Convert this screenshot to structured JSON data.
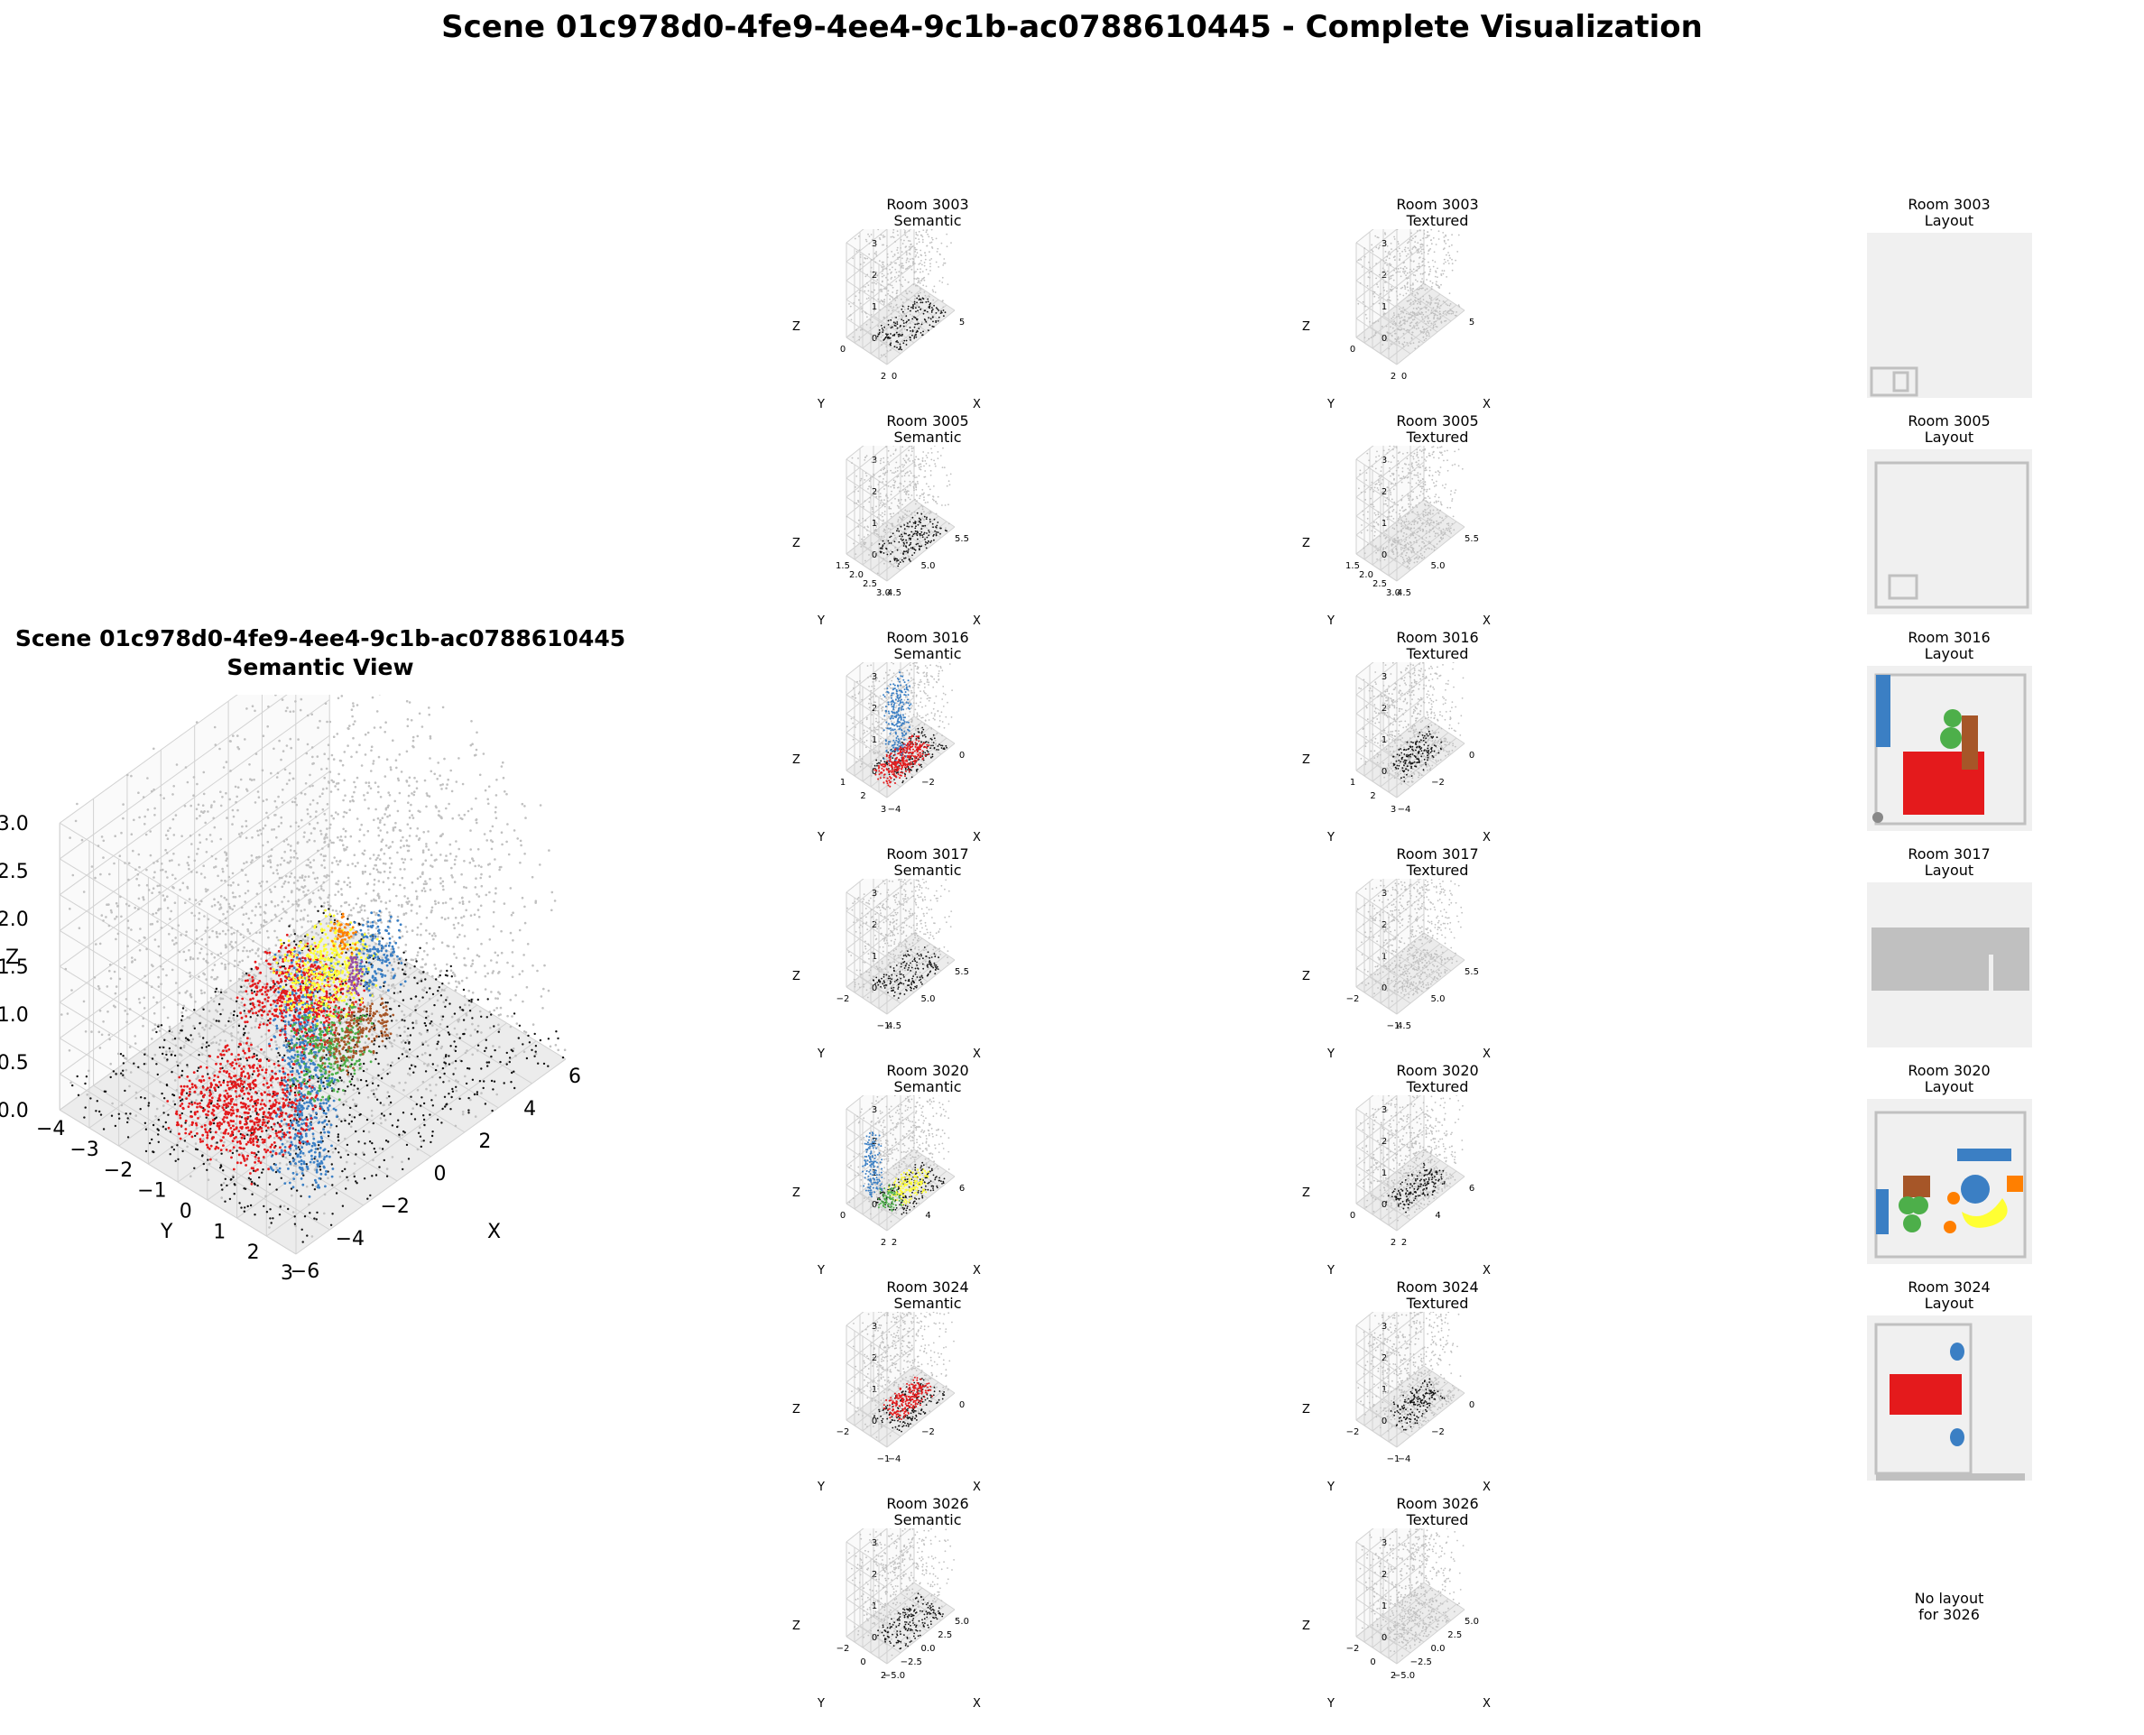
{
  "suptitle": "Scene 01c978d0-4fe9-4ee4-9c1b-ac0788610445 - Complete Visualization",
  "main_view": {
    "title_line1": "Scene 01c978d0-4fe9-4ee4-9c1b-ac0788610445",
    "title_line2": "Semantic View",
    "xlabel": "X",
    "ylabel": "Y",
    "zlabel": "Z",
    "x_ticks": [
      "−6",
      "−4",
      "−2",
      "0",
      "2",
      "4",
      "6"
    ],
    "y_ticks": [
      "3",
      "2",
      "1",
      "0",
      "−1",
      "−2",
      "−3",
      "−4"
    ],
    "z_ticks": [
      "0.0",
      "0.5",
      "1.0",
      "1.5",
      "2.0",
      "2.5",
      "3.0"
    ]
  },
  "rooms": [
    {
      "room_title": "Room 3003",
      "semantic_label": "Semantic",
      "textured_label": "Textured",
      "layout_label": "Layout",
      "z_ticks": [
        "0",
        "1",
        "2",
        "3"
      ],
      "y_ticks": [
        "2",
        "0"
      ],
      "x_ticks": [
        "0",
        "5"
      ],
      "xlabel": "X",
      "ylabel": "Y",
      "zlabel": "Z"
    },
    {
      "room_title": "Room 3005",
      "semantic_label": "Semantic",
      "textured_label": "Textured",
      "layout_label": "Layout",
      "z_ticks": [
        "0",
        "1",
        "2",
        "3"
      ],
      "y_ticks": [
        "3.0",
        "2.5",
        "2.0",
        "1.5"
      ],
      "x_ticks": [
        "4.5",
        "5.0",
        "5.5"
      ],
      "xlabel": "X",
      "ylabel": "Y",
      "zlabel": "Z"
    },
    {
      "room_title": "Room 3016",
      "semantic_label": "Semantic",
      "textured_label": "Textured",
      "layout_label": "Layout",
      "z_ticks": [
        "0",
        "1",
        "2",
        "3"
      ],
      "y_ticks": [
        "3",
        "2",
        "1"
      ],
      "x_ticks": [
        "−4",
        "−2",
        "0"
      ],
      "xlabel": "X",
      "ylabel": "Y",
      "zlabel": "Z"
    },
    {
      "room_title": "Room 3017",
      "semantic_label": "Semantic",
      "textured_label": "Textured",
      "layout_label": "Layout",
      "z_ticks": [
        "0",
        "1",
        "2",
        "3"
      ],
      "y_ticks": [
        "−1",
        "−2"
      ],
      "x_ticks": [
        "4.5",
        "5.0",
        "5.5"
      ],
      "xlabel": "X",
      "ylabel": "Y",
      "zlabel": "Z"
    },
    {
      "room_title": "Room 3020",
      "semantic_label": "Semantic",
      "textured_label": "Textured",
      "layout_label": "Layout",
      "z_ticks": [
        "0",
        "1",
        "2",
        "3"
      ],
      "y_ticks": [
        "2",
        "0"
      ],
      "x_ticks": [
        "2",
        "4",
        "6"
      ],
      "xlabel": "X",
      "ylabel": "Y",
      "zlabel": "Z"
    },
    {
      "room_title": "Room 3024",
      "semantic_label": "Semantic",
      "textured_label": "Textured",
      "layout_label": "Layout",
      "z_ticks": [
        "0",
        "1",
        "2",
        "3"
      ],
      "y_ticks": [
        "−1",
        "−2"
      ],
      "x_ticks": [
        "−4",
        "−2",
        "0"
      ],
      "xlabel": "X",
      "ylabel": "Y",
      "zlabel": "Z"
    },
    {
      "room_title": "Room 3026",
      "semantic_label": "Semantic",
      "textured_label": "Textured",
      "layout_label": "",
      "z_ticks": [
        "0",
        "1",
        "2",
        "3"
      ],
      "y_ticks": [
        "2",
        "0",
        "−2"
      ],
      "x_ticks": [
        "−5.0",
        "−2.5",
        "0.0",
        "2.5",
        "5.0"
      ],
      "xlabel": "X",
      "ylabel": "Y",
      "zlabel": "Z",
      "no_layout_line1": "No layout",
      "no_layout_line2": "for 3026"
    }
  ],
  "colors": {
    "gray": "#c0c0c0",
    "black": "#111111",
    "blue": "#3b7fc4",
    "red": "#e41a1c",
    "green": "#4daf4a",
    "brown": "#a65628",
    "yellow": "#ffff33",
    "orange": "#ff7f00",
    "purple": "#984ea3",
    "pink": "#f781bf",
    "pane_left": "#f2f2f2",
    "pane_right": "#fafafa",
    "grid": "#d2d2d2",
    "layout_bg": "#f0f0f0"
  },
  "chart_data": [
    {
      "type": "scatter",
      "title": "Scene 01c978d0-4fe9-4ee4-9c1b-ac0788610445 Semantic View",
      "xlabel": "X",
      "ylabel": "Y",
      "zlabel": "Z",
      "xlim": [
        -6,
        6
      ],
      "ylim": [
        -4,
        3
      ],
      "zlim": [
        0,
        3
      ],
      "projection": "3d",
      "grid": true
    },
    {
      "type": "scatter",
      "title": "Room 3003 Semantic",
      "projection": "3d",
      "zlim": [
        0,
        3
      ]
    },
    {
      "type": "scatter",
      "title": "Room 3003 Textured",
      "projection": "3d",
      "zlim": [
        0,
        3
      ]
    },
    {
      "type": "scatter",
      "title": "Room 3005 Semantic",
      "projection": "3d",
      "zlim": [
        0,
        3
      ]
    },
    {
      "type": "scatter",
      "title": "Room 3005 Textured",
      "projection": "3d",
      "zlim": [
        0,
        3
      ]
    },
    {
      "type": "scatter",
      "title": "Room 3016 Semantic",
      "projection": "3d",
      "zlim": [
        0,
        3
      ]
    },
    {
      "type": "scatter",
      "title": "Room 3016 Textured",
      "projection": "3d",
      "zlim": [
        0,
        3
      ]
    },
    {
      "type": "scatter",
      "title": "Room 3017 Semantic",
      "projection": "3d",
      "zlim": [
        0,
        3
      ]
    },
    {
      "type": "scatter",
      "title": "Room 3017 Textured",
      "projection": "3d",
      "zlim": [
        0,
        3
      ]
    },
    {
      "type": "scatter",
      "title": "Room 3020 Semantic",
      "projection": "3d",
      "zlim": [
        0,
        3
      ]
    },
    {
      "type": "scatter",
      "title": "Room 3020 Textured",
      "projection": "3d",
      "zlim": [
        0,
        3
      ]
    },
    {
      "type": "scatter",
      "title": "Room 3024 Semantic",
      "projection": "3d",
      "zlim": [
        0,
        3
      ]
    },
    {
      "type": "scatter",
      "title": "Room 3024 Textured",
      "projection": "3d",
      "zlim": [
        0,
        3
      ]
    },
    {
      "type": "scatter",
      "title": "Room 3026 Semantic",
      "projection": "3d",
      "zlim": [
        0,
        3
      ]
    },
    {
      "type": "scatter",
      "title": "Room 3026 Textured",
      "projection": "3d",
      "zlim": [
        0,
        3
      ]
    }
  ]
}
